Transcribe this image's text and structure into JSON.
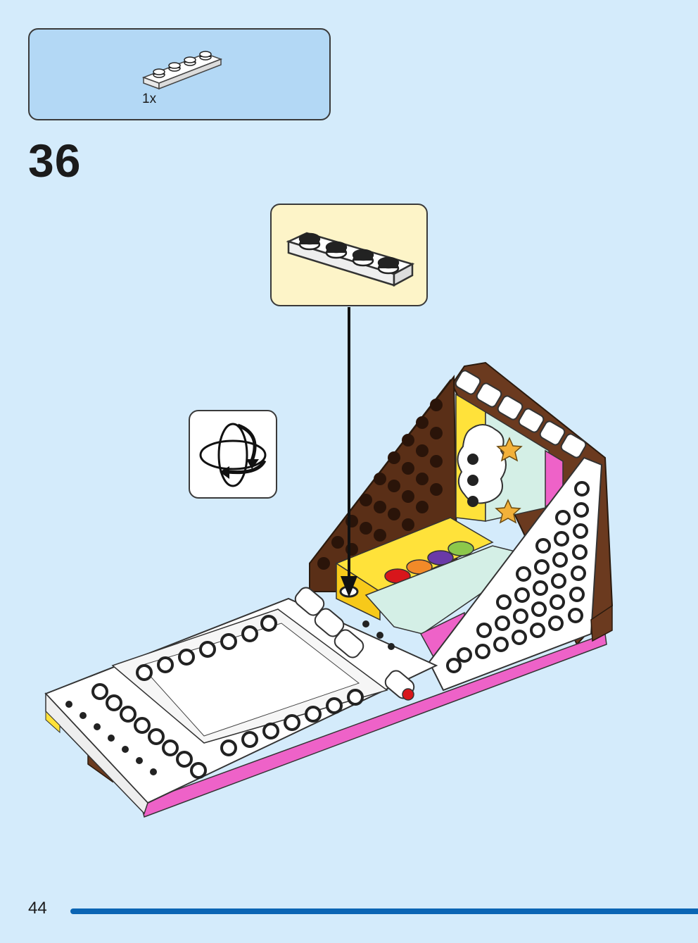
{
  "parts_list": {
    "count": "1x",
    "part_icon": "white-plate-1x4-icon"
  },
  "step": {
    "number": "36"
  },
  "callout": {
    "part_icon": "white-plate-1x4-icon"
  },
  "rotate": {
    "icon": "rotate-model-icon"
  },
  "page": {
    "number": "44"
  },
  "colors": {
    "background": "#d4ebfb",
    "parts_box": "#b3d8f5",
    "callout": "#fdf4c8",
    "page_bar": "#0b65b4",
    "brown": "#6b3a1f",
    "yellow": "#ffe23a",
    "pink": "#ee62c8",
    "mint": "#d4efe6"
  }
}
